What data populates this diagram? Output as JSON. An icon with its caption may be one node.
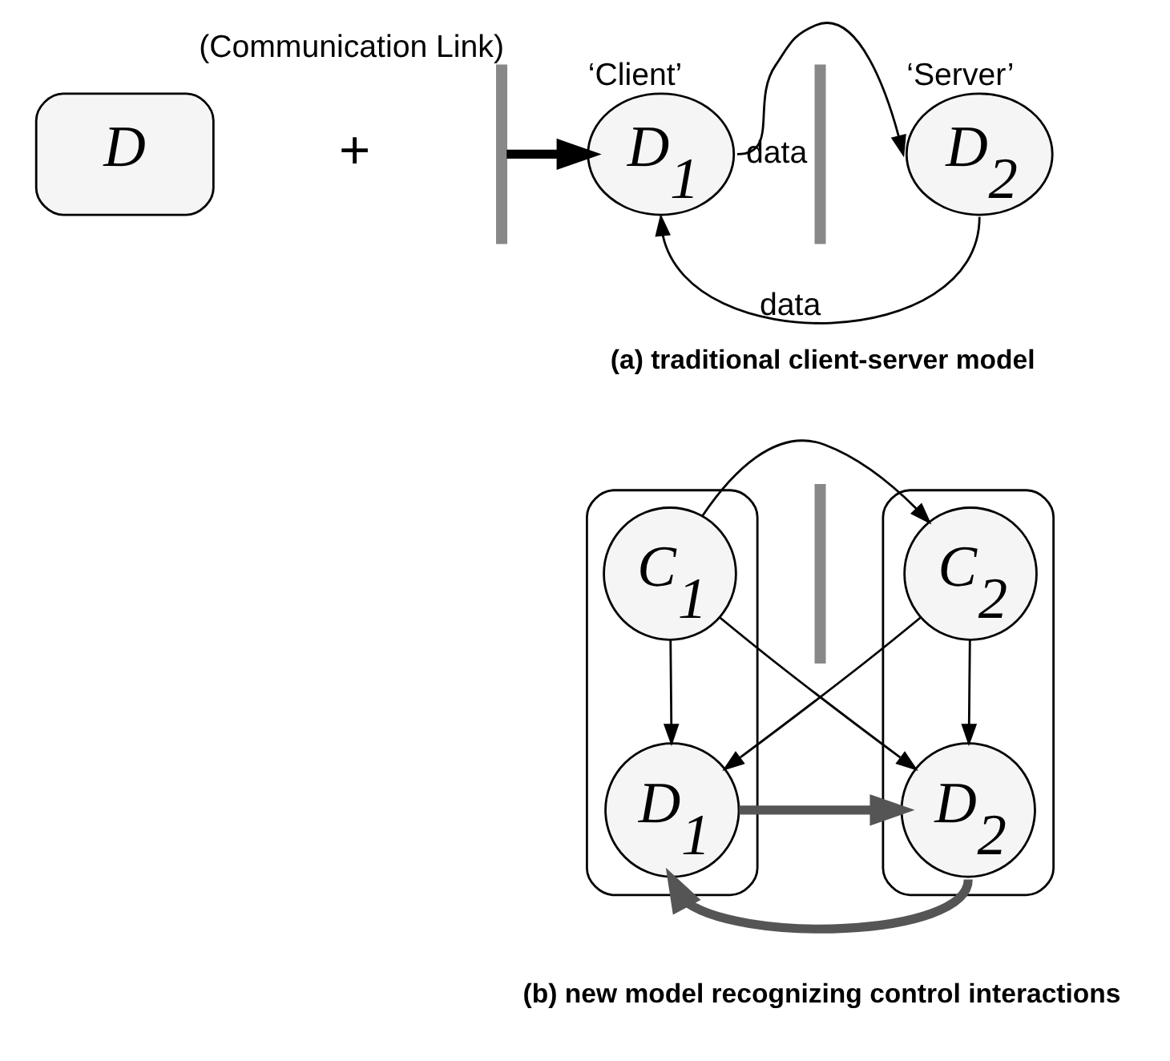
{
  "diagram": {
    "nodes": [
      {
        "text": [
          "D"
        ]
      },
      {
        "text": [],
        "shape": "bar",
        "beside": [
          "(Communication Link)"
        ]
      },
      {
        "text": [
          "D$_{1}$"
        ],
        "beside": [
          "‘Client’"
        ]
      },
      {
        "text": [],
        "shape": "bar"
      },
      {
        "text": [
          "D$_{2}$"
        ],
        "beside": [
          "‘Server’"
        ]
      },
      {
        "text": [],
        "shape": "ellipse"
      },
      {
        "text": [
          "C$_{1}$"
        ],
        "in": 5
      },
      {
        "text": [
          "D$_{1}$"
        ],
        "in": 5
      },
      {
        "text": [],
        "shape": "bar"
      },
      {
        "text": [],
        "shape": "ellipse"
      },
      {
        "text": [
          "C$_{2}$"
        ],
        "in": 9
      },
      {
        "text": [
          "D$_{2}$"
        ],
        "in": 9
      }
    ],
    "edges": [
      {
        "from": 1,
        "to": 2,
        "arrow": "to",
        "style": "thick"
      },
      {
        "from": 2,
        "to": 4,
        "arrow": "to",
        "label": "data"
      },
      {
        "from": 4,
        "to": 2,
        "arrow": "to",
        "label": "data"
      },
      {
        "from": 6,
        "to": 10,
        "arrow": "to"
      },
      {
        "from": 6,
        "to": 7,
        "arrow": "to"
      },
      {
        "from": 6,
        "to": 11,
        "arrow": "to"
      },
      {
        "from": 10,
        "to": 7,
        "arrow": "to"
      },
      {
        "from": 10,
        "to": 11,
        "arrow": "to"
      },
      {
        "from": 7,
        "to": 11,
        "arrow": "to",
        "style": "thick",
        "color": "#555555"
      },
      {
        "from": 11,
        "to": 7,
        "arrow": "to",
        "style": "thick",
        "color": "#555555"
      }
    ],
    "labels": [
      "+",
      "(a) traditional client-server model",
      "(b) new model recognizing control interactions"
    ]
  }
}
